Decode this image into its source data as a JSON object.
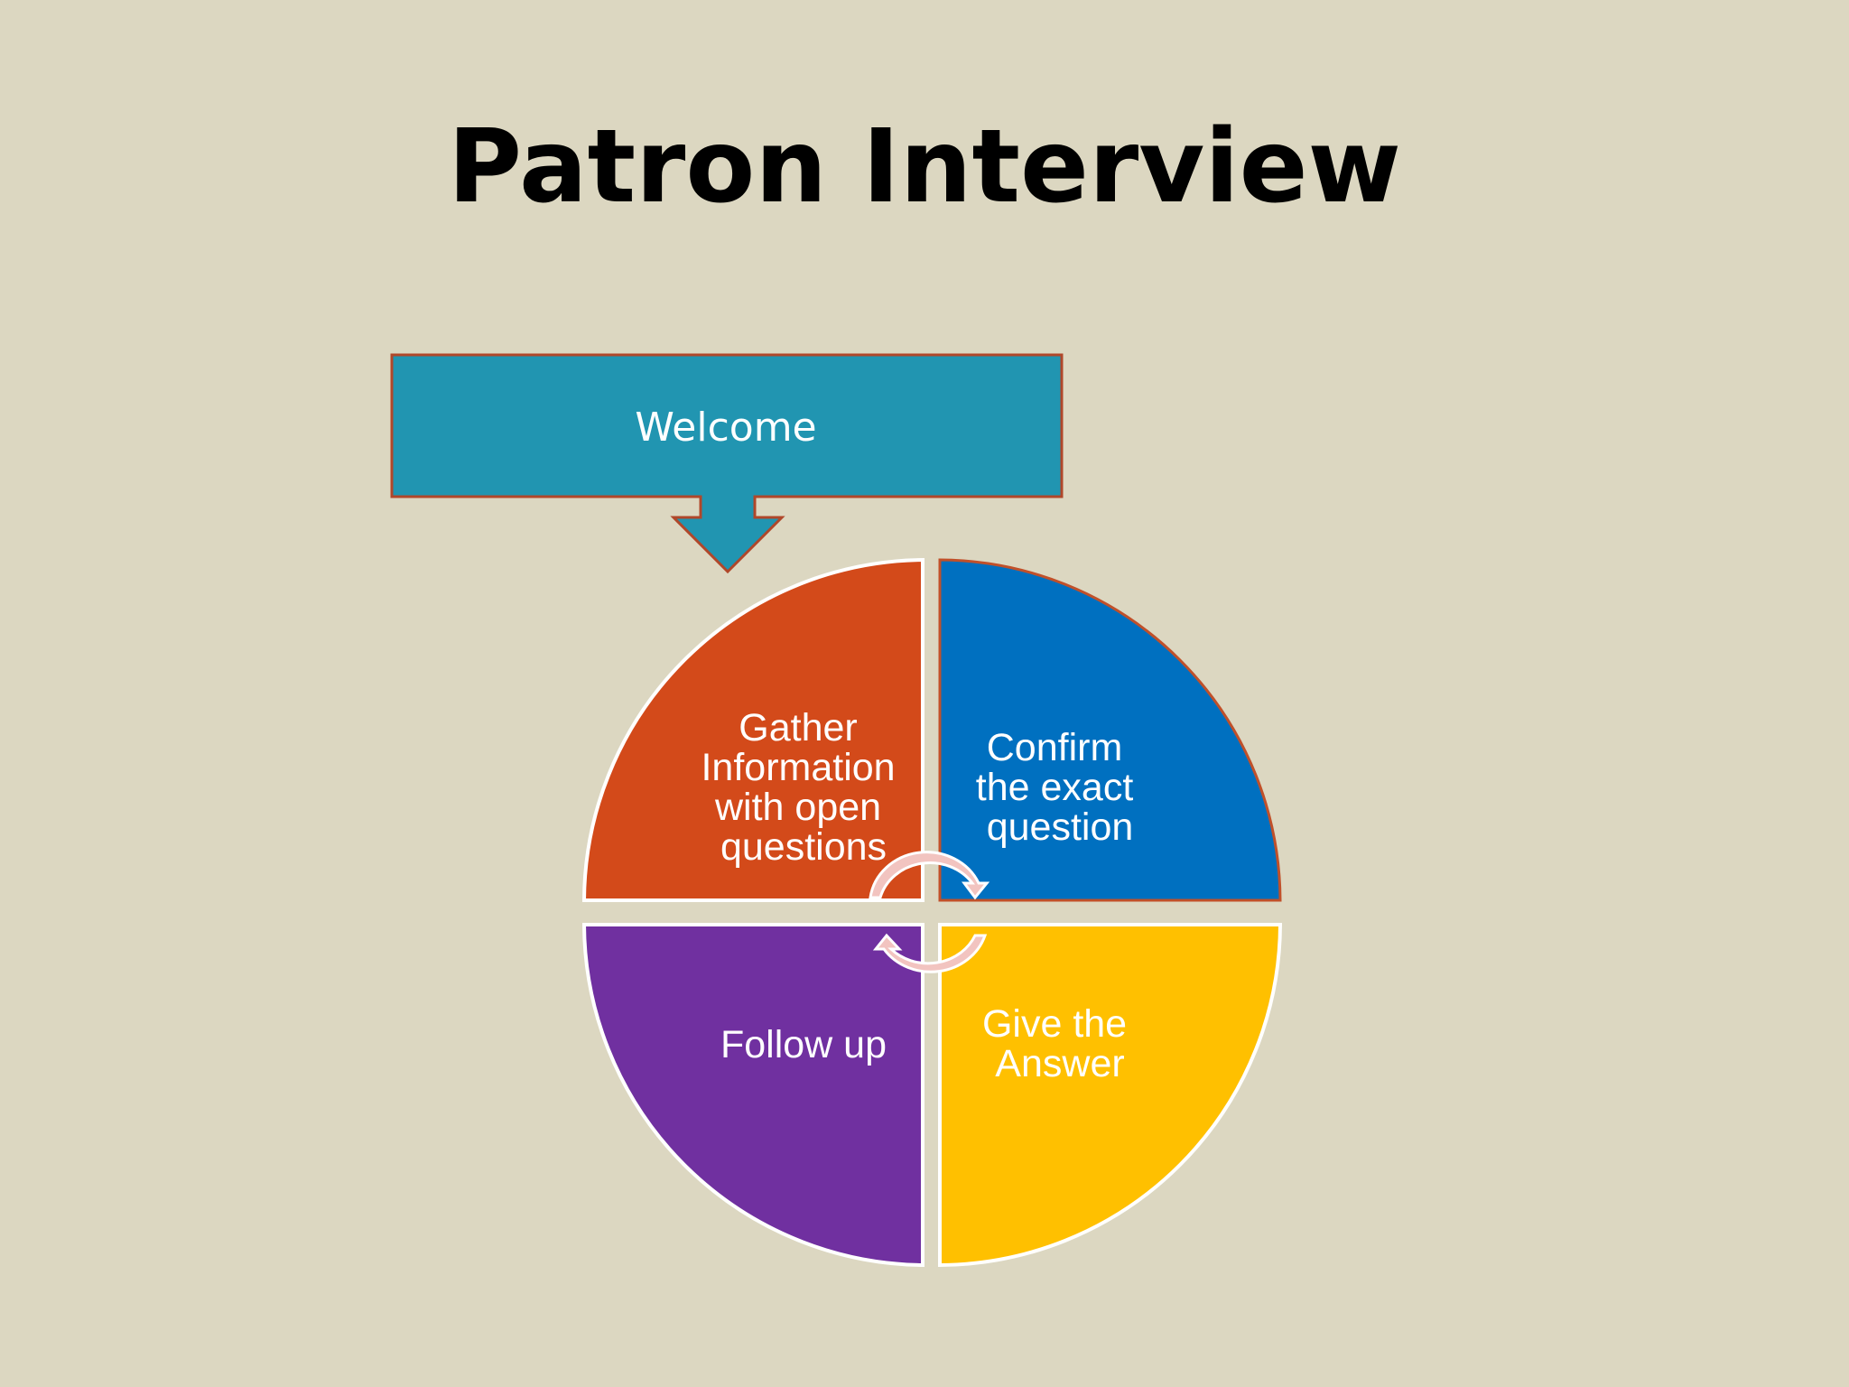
{
  "slide": {
    "title": "Patron Interview"
  },
  "diagram": {
    "entry": {
      "label": "Welcome",
      "color": "#2195b1"
    },
    "quadrants": [
      {
        "id": "gather",
        "lines": [
          "Gather",
          "Information",
          "with open",
          "questions"
        ],
        "color": "#d34a1a"
      },
      {
        "id": "confirm",
        "lines": [
          "Confirm",
          "the exact",
          "question"
        ],
        "color": "#0070c0"
      },
      {
        "id": "answer",
        "lines": [
          "Give the",
          "Answer"
        ],
        "color": "#ffc000"
      },
      {
        "id": "follow",
        "lines": [
          "Follow up"
        ],
        "color": "#7030a0"
      }
    ],
    "cycle_arrow_color": "#f2c4c0"
  }
}
